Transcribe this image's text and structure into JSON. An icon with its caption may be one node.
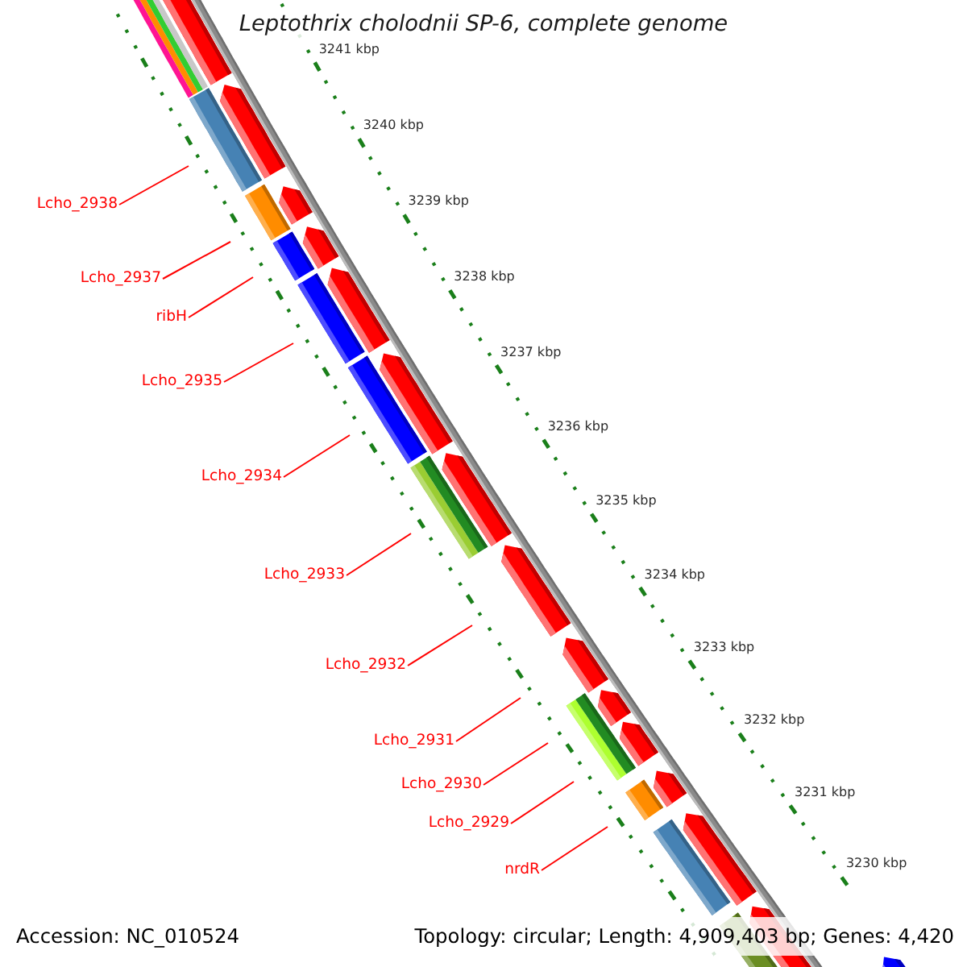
{
  "diagram": {
    "title": "Leptothrix cholodnii SP-6, complete genome",
    "nodes": [
      {
        "text": [
          "Lcho_2938"
        ]
      },
      {
        "text": [
          "Lcho_2937"
        ]
      },
      {
        "text": [
          "ribH"
        ]
      },
      {
        "text": [
          "Lcho_2935"
        ]
      },
      {
        "text": [
          "Lcho_2934"
        ]
      },
      {
        "text": [
          "Lcho_2933"
        ]
      },
      {
        "text": [
          "Lcho_2932"
        ]
      },
      {
        "text": [
          "Lcho_2931"
        ]
      },
      {
        "text": [
          "Lcho_2930"
        ]
      },
      {
        "text": [
          "Lcho_2929"
        ]
      },
      {
        "text": [
          "nrdR"
        ]
      },
      {
        "text": [],
        "shape": "bar"
      },
      {
        "text": [],
        "shape": "bar"
      },
      {
        "text": [],
        "shape": "bar"
      },
      {
        "text": [],
        "shape": "bar"
      },
      {
        "text": [],
        "shape": "bar"
      },
      {
        "text": [],
        "shape": "bar"
      },
      {
        "text": [],
        "shape": "bar"
      },
      {
        "text": [],
        "shape": "bar"
      },
      {
        "text": [],
        "shape": "bar"
      },
      {
        "text": [],
        "shape": "bar"
      },
      {
        "text": [],
        "shape": "bar"
      }
    ],
    "edges": [
      {
        "from": 0,
        "to": 12,
        "arrow": "none"
      },
      {
        "from": 1,
        "to": 13,
        "arrow": "none"
      },
      {
        "from": 2,
        "to": 14,
        "arrow": "none"
      },
      {
        "from": 3,
        "to": 15,
        "arrow": "none"
      },
      {
        "from": 4,
        "to": 16,
        "arrow": "none"
      },
      {
        "from": 5,
        "to": 17,
        "arrow": "none"
      },
      {
        "from": 6,
        "to": null,
        "arrow": "none"
      },
      {
        "from": 7,
        "to": null,
        "arrow": "none"
      },
      {
        "from": 8,
        "to": 18,
        "arrow": "none"
      },
      {
        "from": 9,
        "to": 18,
        "arrow": "none"
      },
      {
        "from": 10,
        "to": 19,
        "arrow": "none"
      }
    ],
    "labels": [
      "3241 kbp",
      "3240 kbp",
      "3239 kbp",
      "3238 kbp",
      "3237 kbp",
      "3236 kbp",
      "3235 kbp",
      "3234 kbp",
      "3233 kbp",
      "3232 kbp",
      "3231 kbp",
      "3230 kbp",
      "Accession: NC_010524",
      "Topology: circular; Length: 4,909,403 bp; Genes: 4,420"
    ]
  }
}
